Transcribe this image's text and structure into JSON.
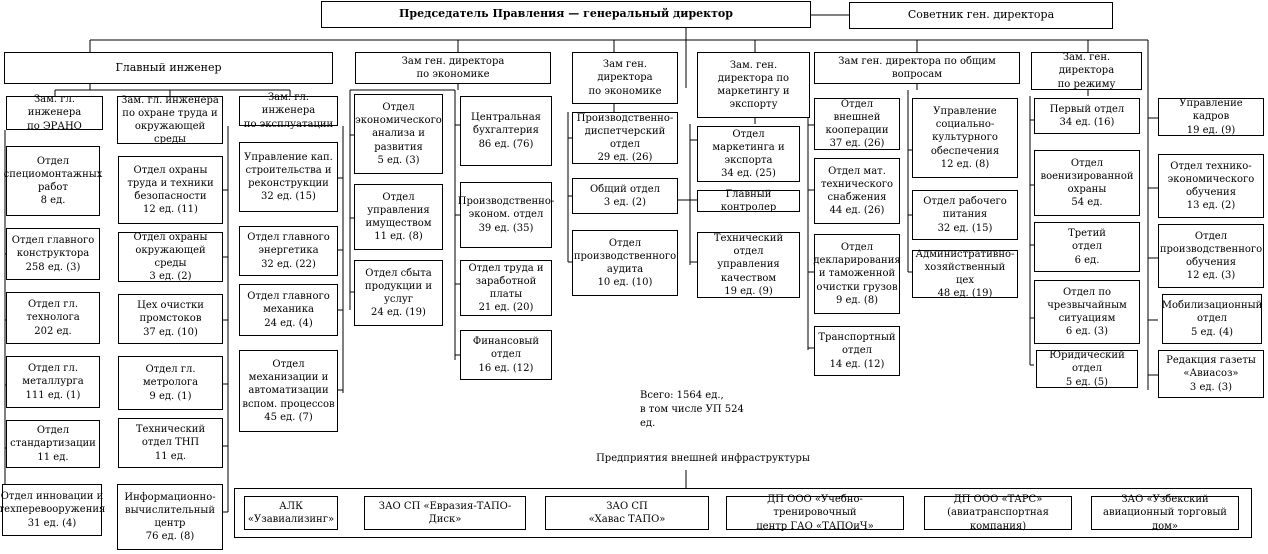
{
  "nodes": {
    "chairman": "Председатель Правления — генеральный директор",
    "advisor": "Советник ген. директора",
    "chief_engineer": {
      "title": "Главный инженер",
      "erano": "Зам. гл. инженера\nпо ЭРАНО",
      "labor": "Зам. гл. инженера\nпо охране труда и\nокружающей среды",
      "operation": "Зам. гл. инженера\nпо эксплуатации",
      "e1": "Отдел\nспециомонтажных\nработ\n8 ед.",
      "e2": "Отдел главного\nконструктора\n258 ед. (3)",
      "e3": "Отдел гл.\nтехнолога\n202 ед.",
      "e4": "Отдел гл.\nметаллурга\n111 ед. (1)",
      "e5": "Отдел\nстандартизации\n11 ед.",
      "e6": "Отдел инновации и\nтехперевооружения\n31 ед. (4)",
      "l1": "Отдел охраны\nтруда и техники\nбезопасности\n12 ед. (11)",
      "l2": "Отдел охраны\nокружающей среды\n3 ед. (2)",
      "l3": "Цех очистки\nпромстоков\n37 ед. (10)",
      "l4": "Отдел гл.\nметролога\n9 ед. (1)",
      "l5": "Технический\nотдел ТНП\n11 ед.",
      "l6": "Информационно-\nвычислительный\nцентр\n76 ед. (8)",
      "o1": "Управление кап.\nстроительства и\nреконструкции\n32 ед. (15)",
      "o2": "Отдел главного\nэнергетика\n32 ед. (22)",
      "o3": "Отдел главного\nмеханика\n24 ед. (4)",
      "o4": "Отдел\nмеханизации и\nавтоматизации\nвспом. процессов\n45 ед. (7)"
    },
    "econ1": {
      "title": "Зам ген. директора\nпо экономике",
      "a1": "Отдел\nэкономического\nанализа и\nразвития\n5 ед. (3)",
      "a2": "Отдел\nуправления\nимуществом\n11 ед. (8)",
      "a3": "Отдел сбыта\nпродукции и\nуслуг\n24 ед. (19)",
      "b1": "Центральная\nбухгалтерия\n86 ед. (76)",
      "b2": "Производственно-\nэконом. отдел\n39 ед. (35)",
      "b3": "Отдел труда и\nзаработной платы\n21 ед. (20)",
      "b4": "Финансовый\nотдел\n16 ед. (12)"
    },
    "econ2": {
      "title": "Зам ген.\nдиректора\nпо экономике",
      "c1": "Производственно-\nдиспетчерский отдел\n29 ед. (26)",
      "c2": "Общий отдел\n3 ед. (2)",
      "c3": "Отдел\nпроизводственного\nаудита\n10 ед. (10)"
    },
    "marketing": {
      "title": "Зам. ген.\nдиректора по\nмаркетингу и\nэкспорту",
      "m1": "Отдел маркетинга и\nэкспорта\n34 ед. (25)",
      "m2": "Главный контролер",
      "m3": "Технический отдел\nуправления\nкачеством\n19 ед. (9)"
    },
    "general": {
      "title": "Зам ген. директора по общим\nвопросам",
      "g1": "Отдел внешней\nкооперации\n37 ед. (26)",
      "g2": "Отдел мат.\nтехнического\nснабжения\n44 ед. (26)",
      "g3": "Отдел\nдекларирования\nи таможенной\nочистки грузов\n9 ед. (8)",
      "g4": "Транспортный\nотдел\n14 ед. (12)",
      "h1": "Управление\nсоциально-\nкультурного\nобеспечения\n12 ед. (8)",
      "h2": "Отдел рабочего\nпитания\n32 ед. (15)",
      "h3": "Административно-\nхозяйственный цех\n48 ед. (19)"
    },
    "regime": {
      "title": "Зам. ген. директора\nпо режиму",
      "r1": "Первый отдел\n34 ед. (16)",
      "r2": "Отдел\nвоенизированной\nохраны\n54 ед.",
      "r3": "Третий\nотдел\n6 ед.",
      "r4": "Отдел по\nчрезвычайным\nситуациям\n6 ед. (3)",
      "r5": "Юридический отдел\n5 ед. (5)"
    },
    "direct": {
      "d1": "Управление кадров\n19 ед. (9)",
      "d2": "Отдел технико-\nэкономического\nобучения\n13 ед. (2)",
      "d3": "Отдел\nпроизводственного\nобучения\n12 ед. (3)",
      "d4": "Мобилизационный\nотдел\n5 ед. (4)",
      "d5": "Редакция газеты\n«Авиасоз»\n3 ед. (3)"
    },
    "infra": {
      "title": "Предприятия внешней инфраструктуры",
      "i1": "АЛК\n«Узавиализинг»",
      "i2": "ЗАО СП «Евразия-ТАПО-Диск»",
      "i3": "ЗАО СП\n«Хавас ТАПО»",
      "i4": "ДП ООО «Учебно-тренировочный\nцентр ГАО «ТАПОиЧ»",
      "i5": "ДП ООО «ТАРС»\n(авиатранспортная компания)",
      "i6": "ЗАО «Узбекский\nавиационный торговый дом»"
    },
    "total": "Всего:     1564 ед.,\nв том числе УП 524 ед."
  }
}
